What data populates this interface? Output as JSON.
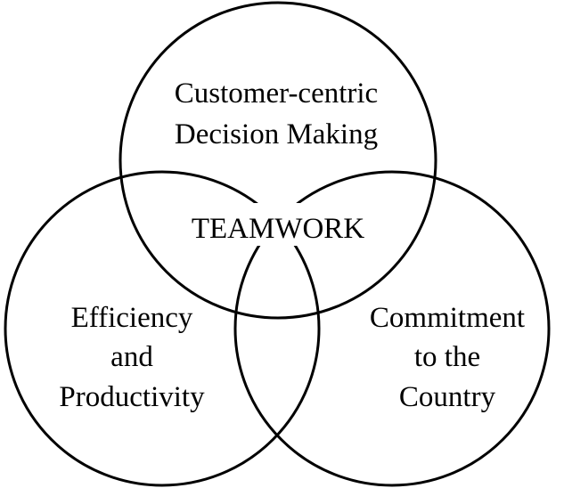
{
  "diagram": {
    "type": "venn",
    "center_label": "TEAMWORK",
    "sets": [
      {
        "id": "top",
        "lines": [
          "Customer-centric",
          "Decision Making"
        ]
      },
      {
        "id": "left",
        "lines": [
          "Efficiency",
          "and",
          "Productivity"
        ]
      },
      {
        "id": "right",
        "lines": [
          "Commitment",
          "to the",
          "Country"
        ]
      }
    ],
    "stroke_color": "#000000",
    "background": "#ffffff"
  }
}
